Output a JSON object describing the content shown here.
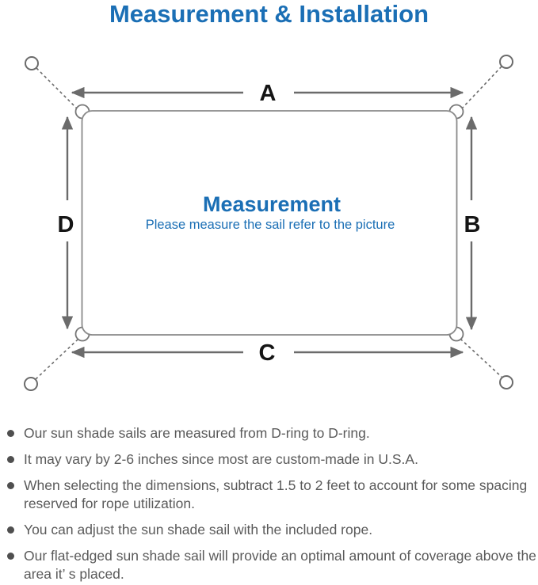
{
  "title": "Measurement & Installation",
  "diagram": {
    "heading": "Measurement",
    "subheading": "Please measure the sail refer to the picture",
    "labels": {
      "top": "A",
      "right": "B",
      "bottom": "C",
      "left": "D"
    }
  },
  "bullets": [
    "Our sun shade sails are measured from D-ring to D-ring.",
    "It may vary by 2-6 inches since most are custom-made in U.S.A.",
    "When selecting the dimensions, subtract 1.5 to 2 feet to account for some spacing reserved for rope utilization.",
    "You can adjust the sun shade sail with the included rope.",
    "Our flat-edged sun shade sail will provide an optimal amount of coverage above the area it’ s placed."
  ],
  "colors": {
    "accent_blue": "#1b6fb5",
    "line_gray": "#6b6b6b",
    "sail_border_gray": "#8a8a8a",
    "label_black": "#151515",
    "note_text_gray": "#5a5a5a",
    "background": "#ffffff"
  }
}
